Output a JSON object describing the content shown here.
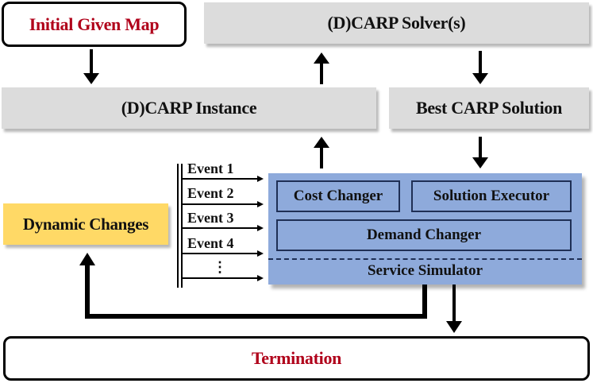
{
  "nodes": {
    "initial_map": "Initial Given Map",
    "solver": "(D)CARP Solver(s)",
    "instance": "(D)CARP Instance",
    "best_solution": "Best CARP Solution",
    "dynamic_changes": "Dynamic Changes",
    "cost_changer": "Cost Changer",
    "solution_executor": "Solution Executor",
    "demand_changer": "Demand Changer",
    "service_simulator": "Service Simulator",
    "termination": "Termination"
  },
  "events": [
    "Event 1",
    "Event 2",
    "Event 3",
    "Event 4",
    "⋮"
  ],
  "colors": {
    "accent_red": "#b0001a",
    "grey_box": "#dcdcdc",
    "blue_panel": "#8eaadb",
    "yellow_box": "#ffd966"
  }
}
